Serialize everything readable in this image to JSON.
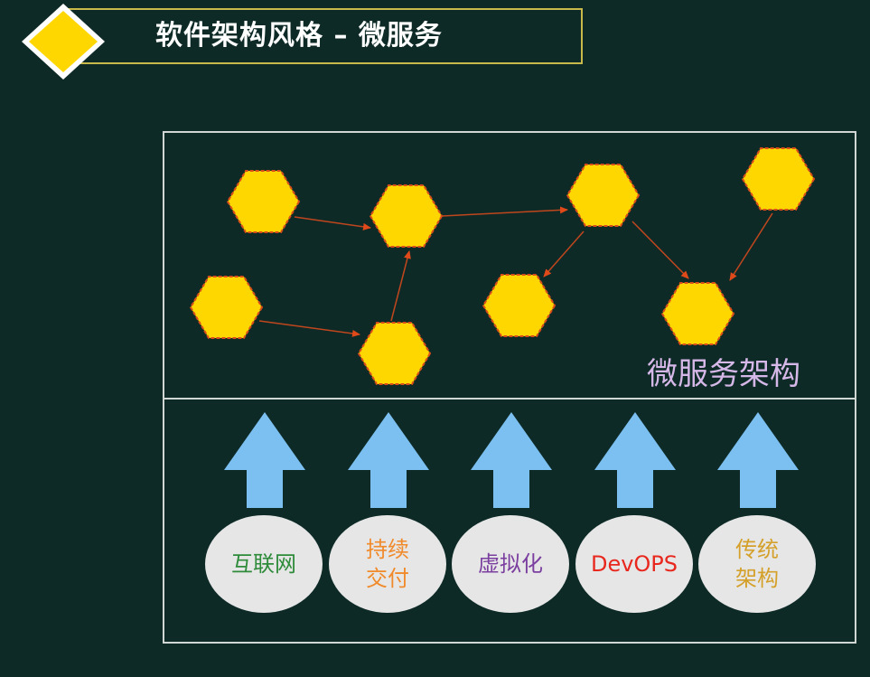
{
  "title": "软件架构风格 – 微服务",
  "architecture_label": "微服务架构",
  "colors": {
    "background": "#0d2a26",
    "hexagon_fill": "#ffd700",
    "hexagon_stroke": "#d94d1a",
    "arrow_up": "#7cc0f2",
    "diamond": "#ffd700"
  },
  "foundations": [
    {
      "lines": [
        "互联网"
      ],
      "color": "#2e8b3a"
    },
    {
      "lines": [
        "持续",
        "交付"
      ],
      "color": "#f08a2a"
    },
    {
      "lines": [
        "虚拟化"
      ],
      "color": "#7b3fa0"
    },
    {
      "lines": [
        "DevOPS"
      ],
      "color": "#e8281e"
    },
    {
      "lines": [
        "传统",
        "架构"
      ],
      "color": "#d4a02a"
    }
  ]
}
